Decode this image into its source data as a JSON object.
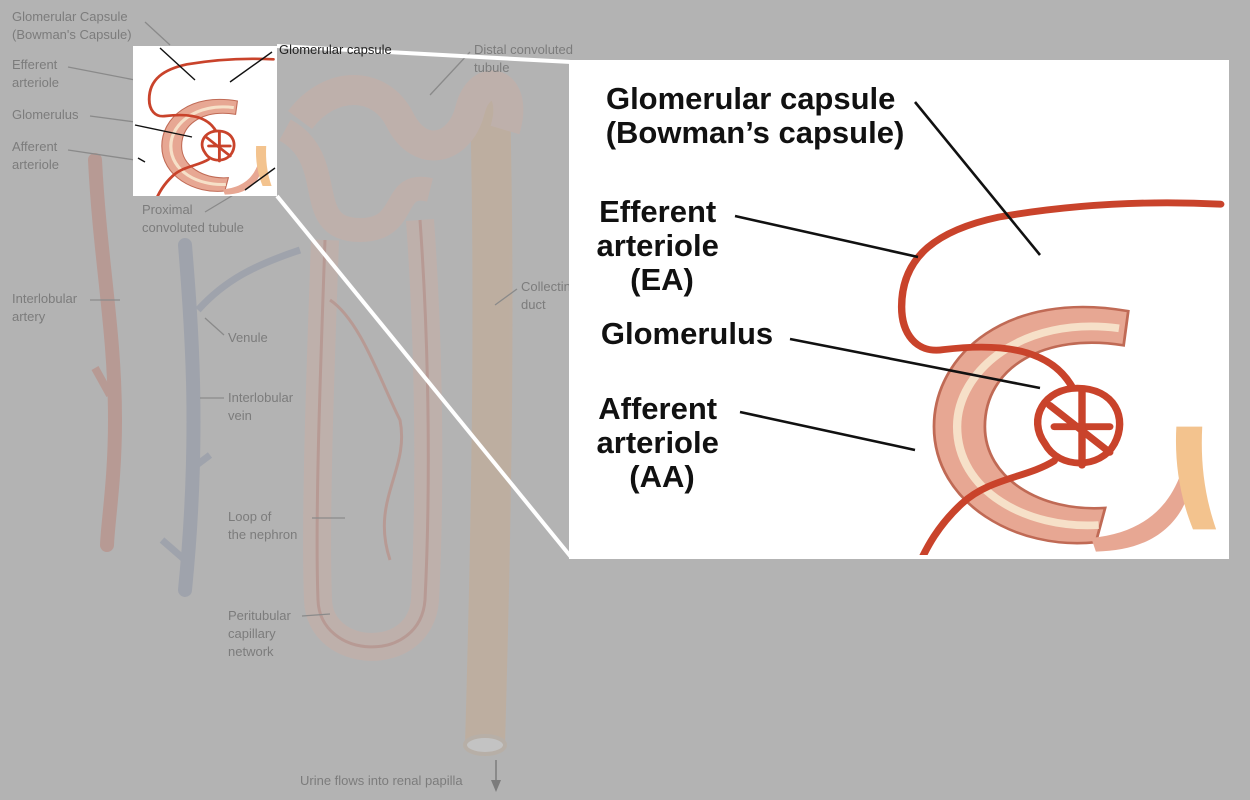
{
  "colors": {
    "background": "#b3b3b3",
    "faded_label": "#7c7c7c",
    "vessel_red": "#c9432b",
    "capsule_pink": "#e7a793",
    "capsule_light": "#f6e0c8",
    "tubule": "#f3c38e",
    "vein_blue": "#8993a8",
    "inset_border": "#ffffff",
    "label_dark": "#111111"
  },
  "background": {
    "labels": {
      "glomerular_capsule": [
        "Glomerular Capsule",
        "(Bowman's Capsule)"
      ],
      "efferent": [
        "Efferent",
        "arteriole"
      ],
      "glomerulus": "Glomerulus",
      "afferent": [
        "Afferent",
        "arteriole"
      ],
      "glomerular_capsule_partial": "Glomerular capsule",
      "distal": [
        "Distal convoluted",
        "tubule"
      ],
      "proximal": [
        "Proximal",
        "convoluted tubule"
      ],
      "interlobular_artery": [
        "Interlobular",
        "artery"
      ],
      "venule": "Venule",
      "interlobular_vein": [
        "Interlobular",
        "vein"
      ],
      "collecting_duct": [
        "Collecting",
        "duct"
      ],
      "loop": [
        "Loop of",
        "the nephron"
      ],
      "peritubular": [
        "Peritubular",
        "capillary",
        "network"
      ],
      "urine": "Urine flows into renal papilla"
    }
  },
  "small_inset": {
    "icon": "glomerulus-thumbnail"
  },
  "zoom_panel": {
    "labels": {
      "capsule_line1": "Glomerular capsule",
      "capsule_line2": "(Bowman’s capsule)",
      "efferent_line1": "Efferent",
      "efferent_line2": "arteriole",
      "efferent_line3": "(EA)",
      "glomerulus": "Glomerulus",
      "afferent_line1": "Afferent",
      "afferent_line2": "arteriole",
      "afferent_line3": "(AA)"
    }
  }
}
